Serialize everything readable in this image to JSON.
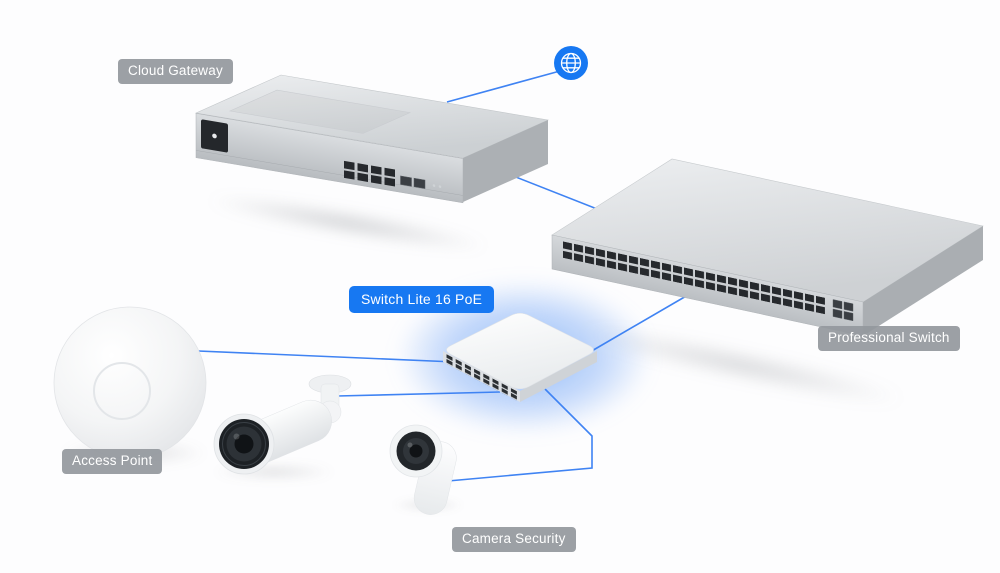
{
  "diagram": {
    "type": "network-topology",
    "nodes": [
      {
        "id": "internet",
        "icon": "globe-icon",
        "label": "",
        "highlighted": false
      },
      {
        "id": "cloud-gateway",
        "label": "Cloud Gateway",
        "highlighted": false
      },
      {
        "id": "professional-switch",
        "label": "Professional Switch",
        "highlighted": false
      },
      {
        "id": "switch-lite-16-poe",
        "label": "Switch Lite 16 PoE",
        "highlighted": true
      },
      {
        "id": "access-point",
        "label": "Access Point",
        "highlighted": false
      },
      {
        "id": "bullet-camera",
        "label": "",
        "highlighted": false
      },
      {
        "id": "camera-security",
        "label": "Camera Security",
        "highlighted": false
      }
    ],
    "edges": [
      {
        "from": "internet",
        "to": "cloud-gateway"
      },
      {
        "from": "cloud-gateway",
        "to": "professional-switch"
      },
      {
        "from": "professional-switch",
        "to": "switch-lite-16-poe"
      },
      {
        "from": "switch-lite-16-poe",
        "to": "access-point"
      },
      {
        "from": "switch-lite-16-poe",
        "to": "bullet-camera"
      },
      {
        "from": "switch-lite-16-poe",
        "to": "camera-security"
      }
    ]
  },
  "colors": {
    "accent": "#1778f2",
    "connection": "#3f83f3",
    "glow": "#4a8cf5",
    "badge_bg": "rgba(148,152,157,0.92)",
    "badge_text": "#ffffff",
    "background": "#fdfdfe"
  }
}
